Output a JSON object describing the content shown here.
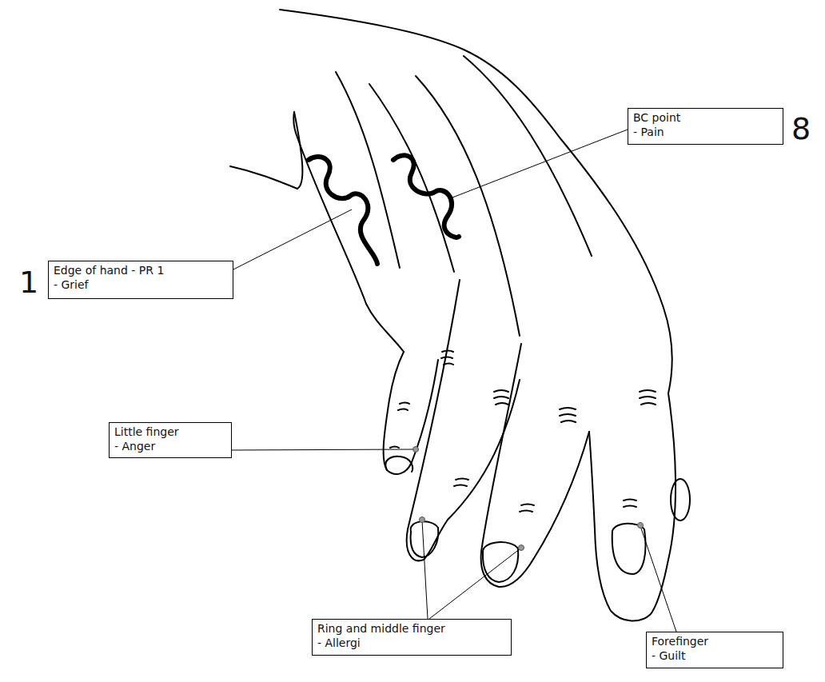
{
  "diagram": {
    "nodes": [
      {
        "text": [
          "BC point",
          "- Pain"
        ]
      },
      {
        "text": [
          "Edge of hand - PR 1",
          "- Grief"
        ]
      },
      {
        "text": [
          "Little finger",
          "- Anger"
        ]
      },
      {
        "text": [
          "Ring and middle finger",
          "- Allergi"
        ]
      },
      {
        "text": [
          "Forefinger",
          "- Guilt"
        ]
      }
    ],
    "labels": [
      "1",
      "8"
    ]
  }
}
